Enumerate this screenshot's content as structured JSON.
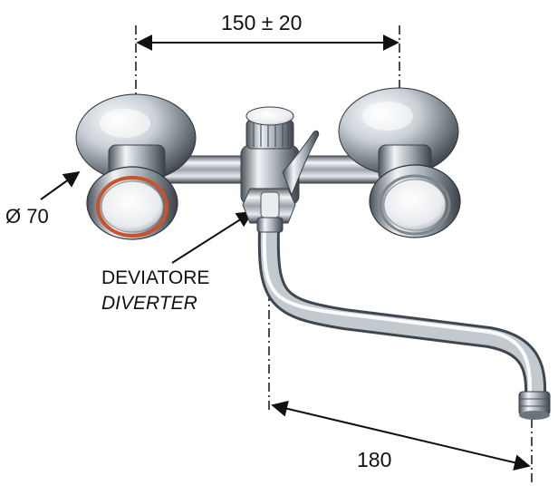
{
  "dimensions": {
    "spacing": "150 ± 20",
    "diameter": "Ø 70",
    "reach": "180"
  },
  "callout": {
    "line1": "DEVIATORE",
    "line2": "DIVERTER"
  },
  "colors": {
    "ink": "#111111",
    "chrome_light": "#f4f6f8",
    "chrome_mid": "#b9c0c7",
    "chrome_dark": "#4a525a",
    "hot_ring": "#c8522a"
  },
  "icons": [
    "dimension-arrow-icon",
    "leader-arrow-icon"
  ]
}
